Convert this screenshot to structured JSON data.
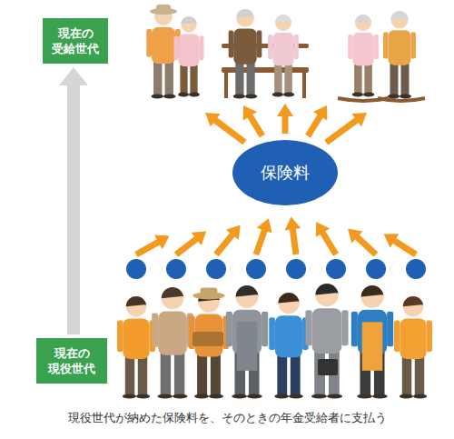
{
  "diagram": {
    "caption": "現役世代が納めた保険料を、そのときの年金受給者に支払う",
    "nodes": [
      {
        "text": [
          "現在の 受給世代"
        ]
      },
      {
        "text": [
          "保険料"
        ]
      },
      {
        "text": [
          "現在の 現役世代"
        ]
      }
    ],
    "edges": [
      {
        "from": 2,
        "to": 0,
        "arrow": "to"
      }
    ]
  }
}
